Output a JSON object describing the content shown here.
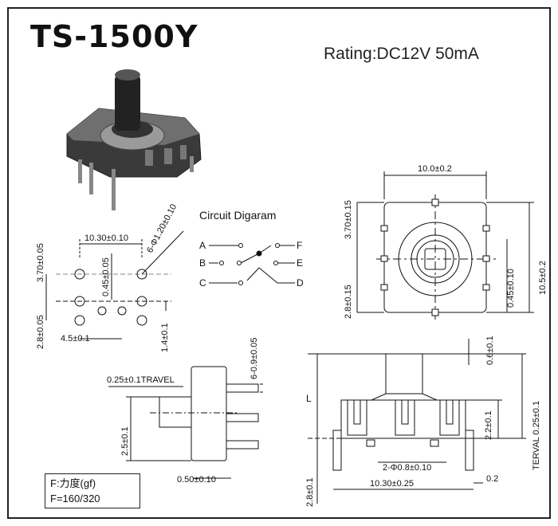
{
  "header": {
    "title": "TS-1500Y",
    "rating": "Rating:DC12V 50mA"
  },
  "circuit": {
    "title": "Circuit Digaram",
    "terminals_left": [
      "A",
      "B",
      "C"
    ],
    "terminals_right": [
      "F",
      "E",
      "D"
    ]
  },
  "footprint_dims": {
    "width": "10.30±0.10",
    "hole_dia": "6-Φ1.20±0.10",
    "top_offset": "3.70±0.05",
    "inner_offset": "0.45±0.05",
    "bottom_offset": "2.8±0.05",
    "pitch": "4.5±0.1",
    "right_offset": "1.4±0.1"
  },
  "top_view_dims": {
    "width": "10.0±0.2",
    "top": "3.70±0.15",
    "bottom": "2.8±0.15",
    "height": "10.5±0.2",
    "offset": "0.45±0.10"
  },
  "side_view_dims": {
    "pins": "6-0.9±0.05",
    "travel": "0.25±0.1TRAVEL",
    "shaft": "2.5±0.1",
    "pin_pitch": "0.50±0.10"
  },
  "front_view_dims": {
    "L": "L",
    "cap": "0.6±0.1",
    "body": "2.2±0.1",
    "travel_v": "TERVAL 0.25±0.1",
    "pin_len": "2.8±0.1",
    "pegs": "2-Φ0.8±0.10",
    "width": "10.30±0.25",
    "pin_thk": "0.2"
  },
  "force": {
    "line1": "F:力度(gf)",
    "line2": "F=160/320"
  }
}
